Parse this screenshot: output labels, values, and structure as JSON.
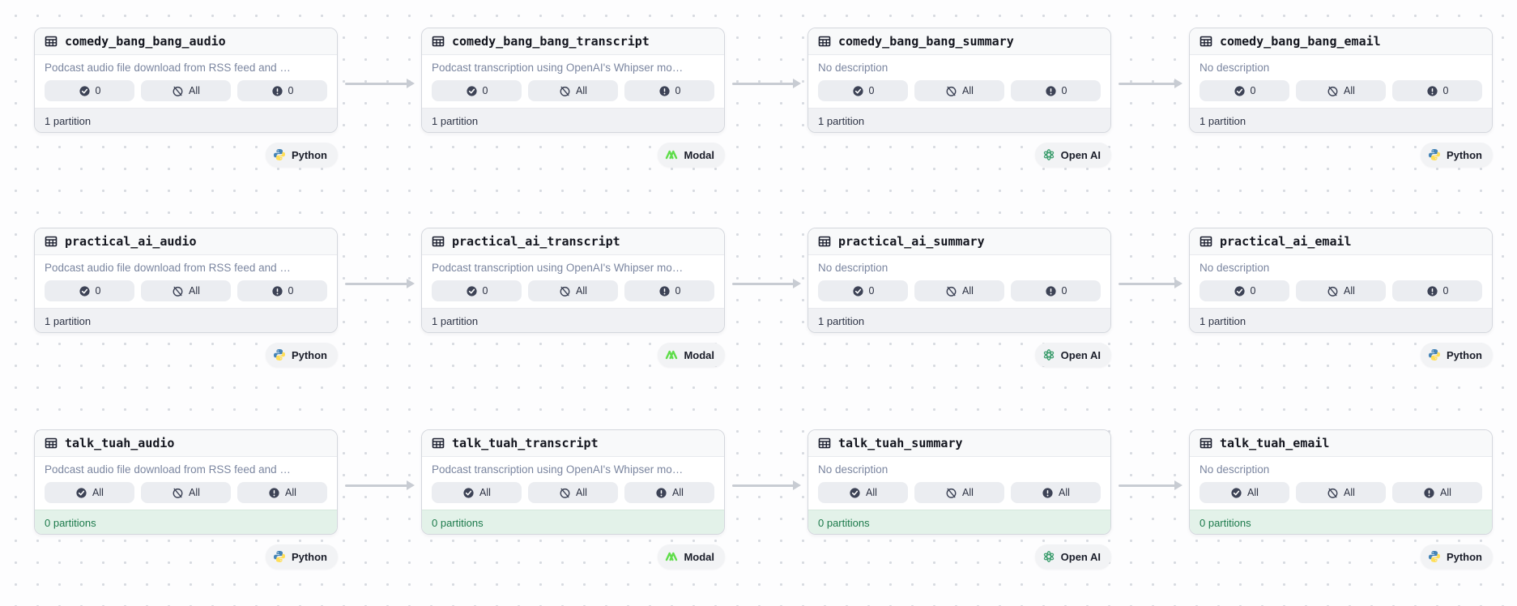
{
  "app": "asset-lineage-graph",
  "colors": {
    "background": "#fdfdfe",
    "dot_grid": "#d7dae0",
    "card_border": "#d4d7dd",
    "card_header_bg": "#f8f9fa",
    "badge_bg": "#ebedf1",
    "footer_bg": "#f0f1f4",
    "footer_green_bg": "#e3f2e9",
    "footer_green_text": "#1c7a4b",
    "title_text": "#14161f",
    "description_text": "#7b86a0",
    "edge": "#c8ccd3",
    "python_blue": "#4584b6",
    "python_yellow": "#ffde57",
    "modal_green": "#70e75b",
    "openai_green": "#3e9e6f"
  },
  "badge_icons": [
    "check-circle-icon",
    "slash-circle-icon",
    "exclamation-circle-icon"
  ],
  "rows": [
    {
      "cards": [
        {
          "title": "comedy_bang_bang_audio",
          "description": "Podcast audio file download from RSS feed and …",
          "badges": [
            {
              "icon": "check-circle-icon",
              "value": "0"
            },
            {
              "icon": "slash-circle-icon",
              "value": "All"
            },
            {
              "icon": "exclamation-circle-icon",
              "value": "0"
            }
          ],
          "partitions": "1 partition",
          "partitions_state": "default",
          "tag": {
            "label": "Python",
            "logo": "python-icon"
          }
        },
        {
          "title": "comedy_bang_bang_transcript",
          "description": "Podcast transcription using OpenAI's Whipser mo…",
          "badges": [
            {
              "icon": "check-circle-icon",
              "value": "0"
            },
            {
              "icon": "slash-circle-icon",
              "value": "All"
            },
            {
              "icon": "exclamation-circle-icon",
              "value": "0"
            }
          ],
          "partitions": "1 partition",
          "partitions_state": "default",
          "tag": {
            "label": "Modal",
            "logo": "modal-icon"
          }
        },
        {
          "title": "comedy_bang_bang_summary",
          "description": "No description",
          "badges": [
            {
              "icon": "check-circle-icon",
              "value": "0"
            },
            {
              "icon": "slash-circle-icon",
              "value": "All"
            },
            {
              "icon": "exclamation-circle-icon",
              "value": "0"
            }
          ],
          "partitions": "1 partition",
          "partitions_state": "default",
          "tag": {
            "label": "Open AI",
            "logo": "openai-icon"
          }
        },
        {
          "title": "comedy_bang_bang_email",
          "description": "No description",
          "badges": [
            {
              "icon": "check-circle-icon",
              "value": "0"
            },
            {
              "icon": "slash-circle-icon",
              "value": "All"
            },
            {
              "icon": "exclamation-circle-icon",
              "value": "0"
            }
          ],
          "partitions": "1 partition",
          "partitions_state": "default",
          "tag": {
            "label": "Python",
            "logo": "python-icon"
          }
        }
      ]
    },
    {
      "cards": [
        {
          "title": "practical_ai_audio",
          "description": "Podcast audio file download from RSS feed and …",
          "badges": [
            {
              "icon": "check-circle-icon",
              "value": "0"
            },
            {
              "icon": "slash-circle-icon",
              "value": "All"
            },
            {
              "icon": "exclamation-circle-icon",
              "value": "0"
            }
          ],
          "partitions": "1 partition",
          "partitions_state": "default",
          "tag": {
            "label": "Python",
            "logo": "python-icon"
          }
        },
        {
          "title": "practical_ai_transcript",
          "description": "Podcast transcription using OpenAI's Whipser mo…",
          "badges": [
            {
              "icon": "check-circle-icon",
              "value": "0"
            },
            {
              "icon": "slash-circle-icon",
              "value": "All"
            },
            {
              "icon": "exclamation-circle-icon",
              "value": "0"
            }
          ],
          "partitions": "1 partition",
          "partitions_state": "default",
          "tag": {
            "label": "Modal",
            "logo": "modal-icon"
          }
        },
        {
          "title": "practical_ai_summary",
          "description": "No description",
          "badges": [
            {
              "icon": "check-circle-icon",
              "value": "0"
            },
            {
              "icon": "slash-circle-icon",
              "value": "All"
            },
            {
              "icon": "exclamation-circle-icon",
              "value": "0"
            }
          ],
          "partitions": "1 partition",
          "partitions_state": "default",
          "tag": {
            "label": "Open AI",
            "logo": "openai-icon"
          }
        },
        {
          "title": "practical_ai_email",
          "description": "No description",
          "badges": [
            {
              "icon": "check-circle-icon",
              "value": "0"
            },
            {
              "icon": "slash-circle-icon",
              "value": "All"
            },
            {
              "icon": "exclamation-circle-icon",
              "value": "0"
            }
          ],
          "partitions": "1 partition",
          "partitions_state": "default",
          "tag": {
            "label": "Python",
            "logo": "python-icon"
          }
        }
      ]
    },
    {
      "cards": [
        {
          "title": "talk_tuah_audio",
          "description": "Podcast audio file download from RSS feed and …",
          "badges": [
            {
              "icon": "check-circle-icon",
              "value": "All"
            },
            {
              "icon": "slash-circle-icon",
              "value": "All"
            },
            {
              "icon": "exclamation-circle-icon",
              "value": "All"
            }
          ],
          "partitions": "0 partitions",
          "partitions_state": "green",
          "tag": {
            "label": "Python",
            "logo": "python-icon"
          }
        },
        {
          "title": "talk_tuah_transcript",
          "description": "Podcast transcription using OpenAI's Whipser mo…",
          "badges": [
            {
              "icon": "check-circle-icon",
              "value": "All"
            },
            {
              "icon": "slash-circle-icon",
              "value": "All"
            },
            {
              "icon": "exclamation-circle-icon",
              "value": "All"
            }
          ],
          "partitions": "0 partitions",
          "partitions_state": "green",
          "tag": {
            "label": "Modal",
            "logo": "modal-icon"
          }
        },
        {
          "title": "talk_tuah_summary",
          "description": "No description",
          "badges": [
            {
              "icon": "check-circle-icon",
              "value": "All"
            },
            {
              "icon": "slash-circle-icon",
              "value": "All"
            },
            {
              "icon": "exclamation-circle-icon",
              "value": "All"
            }
          ],
          "partitions": "0 partitions",
          "partitions_state": "green",
          "tag": {
            "label": "Open AI",
            "logo": "openai-icon"
          }
        },
        {
          "title": "talk_tuah_email",
          "description": "No description",
          "badges": [
            {
              "icon": "check-circle-icon",
              "value": "All"
            },
            {
              "icon": "slash-circle-icon",
              "value": "All"
            },
            {
              "icon": "exclamation-circle-icon",
              "value": "All"
            }
          ],
          "partitions": "0 partitions",
          "partitions_state": "green",
          "tag": {
            "label": "Python",
            "logo": "python-icon"
          }
        }
      ]
    }
  ]
}
